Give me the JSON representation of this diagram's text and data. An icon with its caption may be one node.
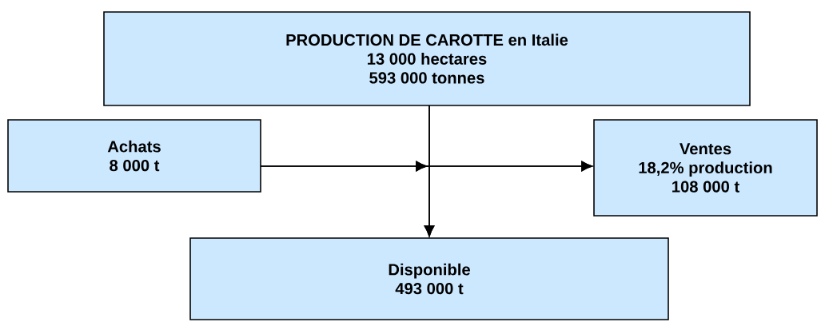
{
  "diagram": {
    "nodes": [
      {
        "text": [
          "PRODUCTION DE CAROTTE en Italie",
          "13 000 hectares",
          "593 000 tonnes"
        ]
      },
      {
        "text": [
          "Achats",
          "8 000 t"
        ]
      },
      {
        "text": [
          "Ventes",
          "18,2% production",
          "108 000 t"
        ]
      },
      {
        "text": [
          "Disponible",
          "493 000 t"
        ]
      }
    ],
    "edges": [
      {
        "from": 0,
        "to": 2,
        "arrow": "to"
      },
      {
        "from": 0,
        "to": 3,
        "arrow": "to"
      },
      {
        "from": 1,
        "to": 2,
        "arrow": "to"
      },
      {
        "from": 1,
        "to": 3,
        "arrow": "to"
      }
    ]
  }
}
